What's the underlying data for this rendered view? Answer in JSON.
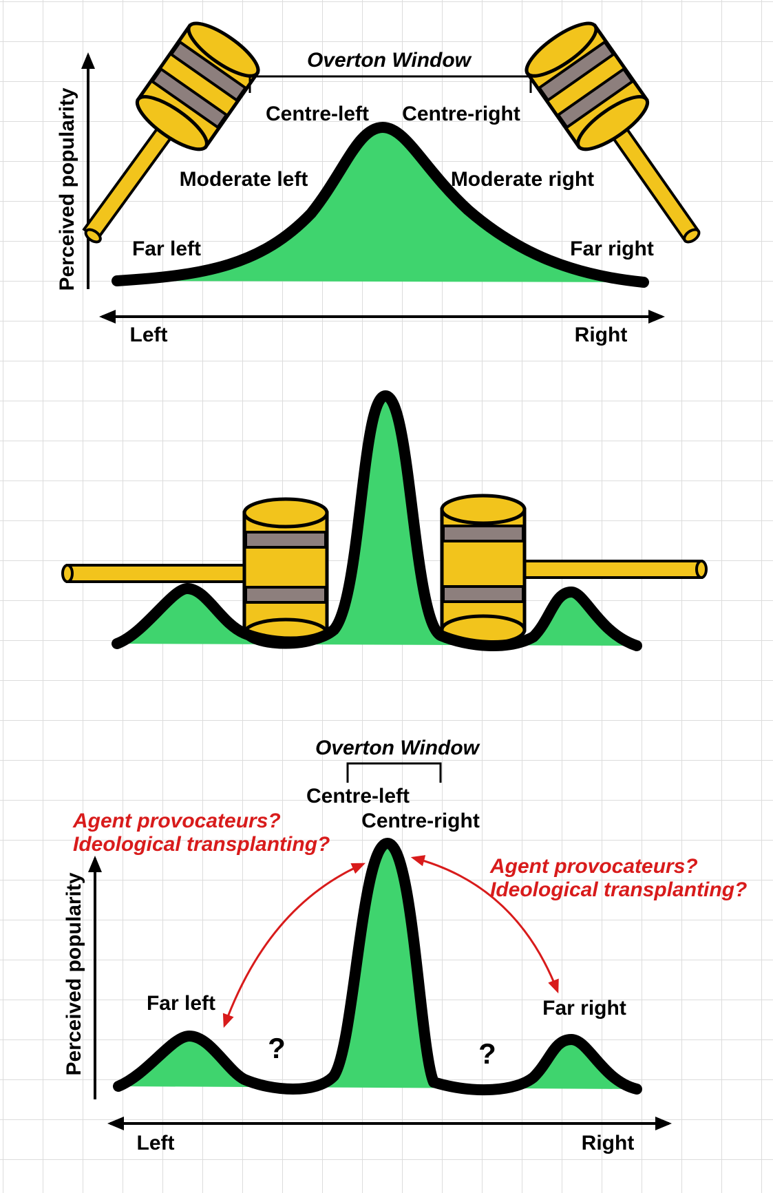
{
  "colors": {
    "curve_fill": "#3fd46e",
    "gavel_yellow": "#f2c41c",
    "gavel_band": "#8d7f7d",
    "arrow_red": "#d81b1b",
    "stroke": "#000000"
  },
  "panel1": {
    "window_label": "Overton Window",
    "y_axis": "Perceived popularity",
    "x_left": "Left",
    "x_right": "Right",
    "labels": {
      "centre_left": "Centre-left",
      "centre_right": "Centre-right",
      "moderate_left": "Moderate left",
      "moderate_right": "Moderate right",
      "far_left": "Far left",
      "far_right": "Far right"
    }
  },
  "panel3": {
    "window_label": "Overton Window",
    "y_axis": "Perceived popularity",
    "x_left": "Left",
    "x_right": "Right",
    "labels": {
      "centre_left": "Centre-left",
      "centre_right": "Centre-right",
      "far_left": "Far left",
      "far_right": "Far right",
      "question_left": "?",
      "question_right": "?"
    },
    "annotation_left": {
      "line1": "Agent provocateurs?",
      "line2": "Ideological transplanting?"
    },
    "annotation_right": {
      "line1": "Agent provocateurs?",
      "line2": "Ideological transplanting?"
    }
  },
  "icons": [
    "gavel-icon",
    "gavel-icon",
    "gavel-icon",
    "gavel-icon"
  ]
}
